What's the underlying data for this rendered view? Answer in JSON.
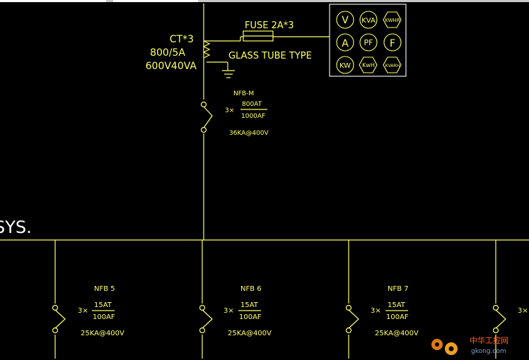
{
  "main_panel": {
    "ct": {
      "line1": "CT*3",
      "line2": "800/5A",
      "line3": "600V40VA"
    },
    "fuse": {
      "title": "FUSE 2A*3",
      "type": "GLASS TUBE TYPE"
    },
    "meters": [
      "V",
      "KVA",
      "KWHR",
      "A",
      "PF",
      "F",
      "KW",
      "KwH",
      "KVARH"
    ],
    "breaker": {
      "name": "NFB-M",
      "poles": "3×",
      "trip": "800AT",
      "frame": "1000AF",
      "rating": "36KA@400V"
    }
  },
  "partial_text": "SYS.",
  "branches": [
    {
      "name": "NFB 5",
      "poles": "3×",
      "trip": "15AT",
      "frame": "100AF",
      "rating": "25KA@400V"
    },
    {
      "name": "NFB 6",
      "poles": "3×",
      "trip": "15AT",
      "frame": "100AF",
      "rating": "25KA@400V"
    },
    {
      "name": "NFB 7",
      "poles": "3×",
      "trip": "15AT",
      "frame": "100AF",
      "rating": "25KA@400V"
    },
    {
      "name": "",
      "poles": "3×",
      "trip": "",
      "frame": "",
      "rating": ""
    }
  ],
  "watermark": {
    "text": "中华工控网",
    "url": "gkong.com"
  }
}
